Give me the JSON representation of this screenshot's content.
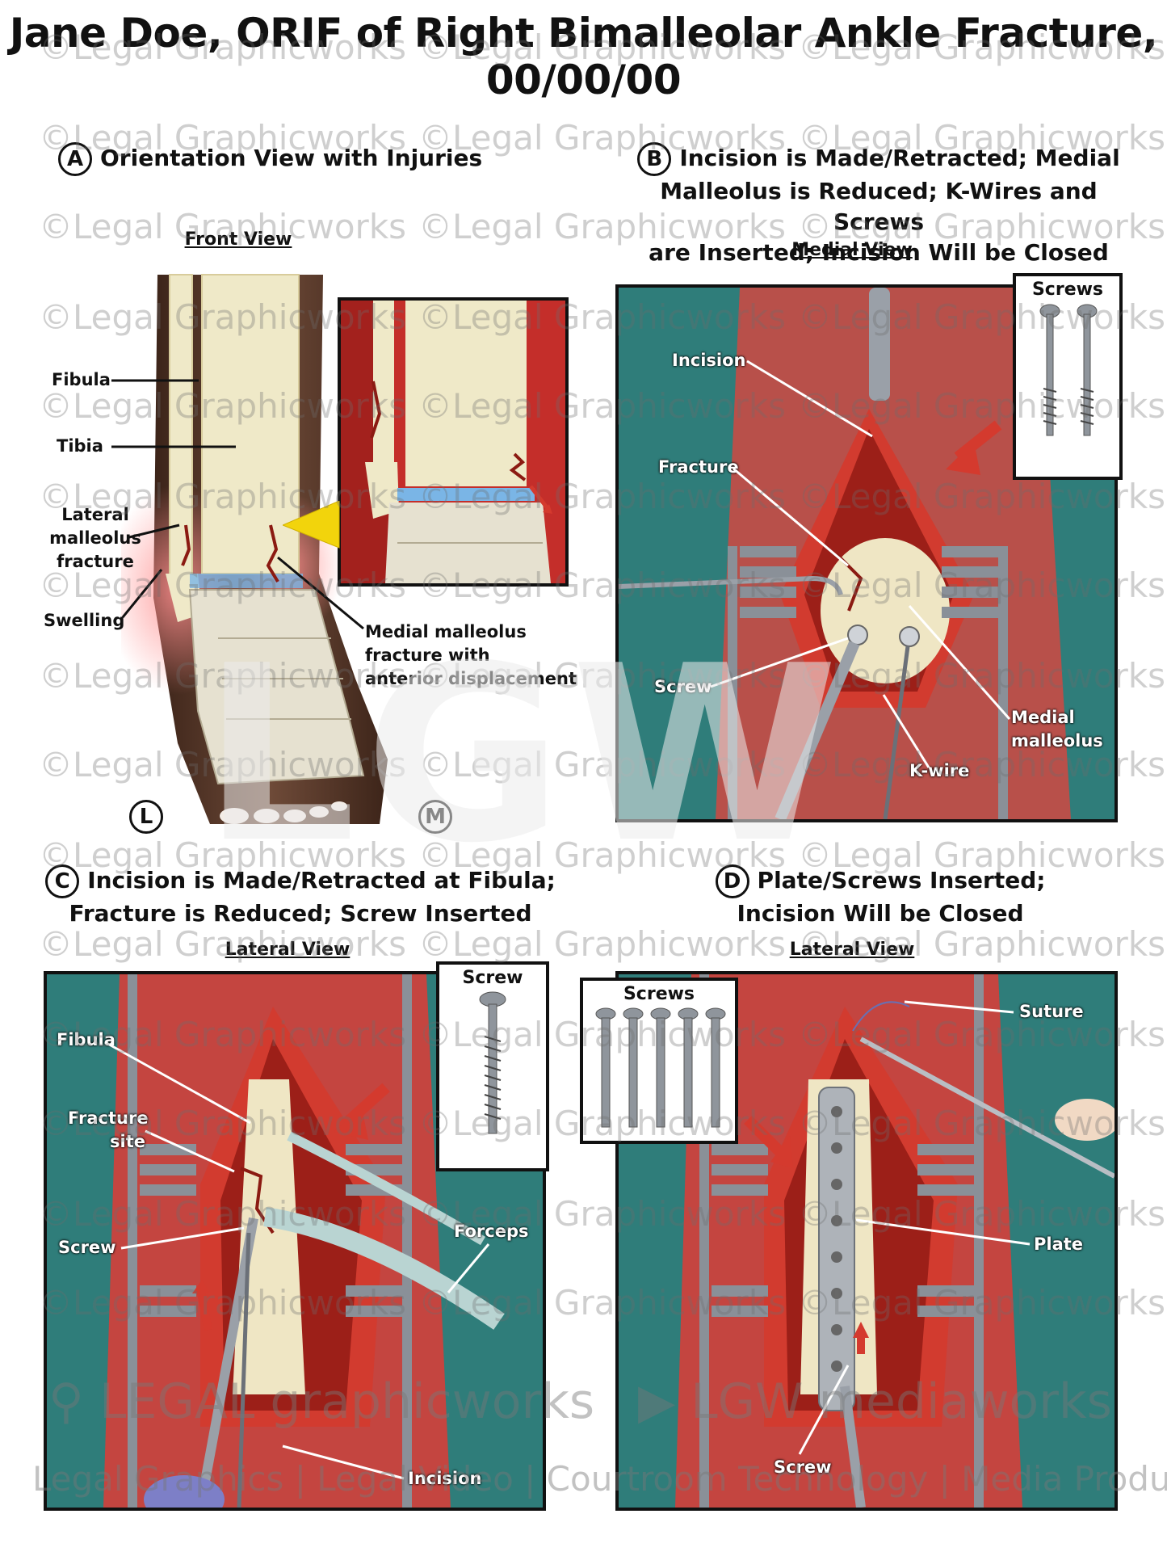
{
  "title_line1": "Jane Doe, ORIF of Right Bimalleolar Ankle Fracture,",
  "title_line2": "00/00/00",
  "watermark": "©Legal Graphicworks",
  "watermark_lgw": "LGW",
  "panel_a": {
    "letter": "A",
    "heading": "Orientation View with Injuries",
    "view": "Front View",
    "labels": {
      "fibula": "Fibula",
      "tibia": "Tibia",
      "lateral_malleolus_fracture": [
        "Lateral",
        "malleolus",
        "fracture"
      ],
      "swelling": "Swelling",
      "medial_malleolus_fracture": [
        "Medial malleolus",
        "fracture with",
        "anterior displacement"
      ]
    },
    "side_left": "L",
    "side_right": "M"
  },
  "panel_b": {
    "letter": "B",
    "heading": [
      "Incision is Made/Retracted; Medial",
      "Malleolus is Reduced; K-Wires and Screws",
      "are Inserted; Incision Will be Closed"
    ],
    "view": "Medial View",
    "inset_title": "Screws",
    "labels": {
      "incision": "Incision",
      "fracture": "Fracture",
      "screw": "Screw",
      "medial_malleolus": [
        "Medial",
        "malleolus"
      ],
      "kwire": "K-wire"
    }
  },
  "panel_c": {
    "letter": "C",
    "heading": [
      "Incision is Made/Retracted at Fibula;",
      "Fracture is Reduced; Screw Inserted"
    ],
    "view": "Lateral View",
    "inset_title": "Screw",
    "labels": {
      "fibula": "Fibula",
      "fracture_site": [
        "Fracture",
        "site"
      ],
      "screw": "Screw",
      "forceps": "Forceps",
      "incision": "Incision"
    }
  },
  "panel_d": {
    "letter": "D",
    "heading": [
      "Plate/Screws Inserted;",
      "Incision Will be Closed"
    ],
    "view": "Lateral View",
    "inset_title": "Screws",
    "labels": {
      "suture": "Suture",
      "plate": "Plate",
      "screw": "Screw"
    }
  },
  "footer": {
    "logo_left": "LEGAL graphicworks",
    "logo_right": "LGW mediaworks",
    "tagline": "Legal Graphics | Legal Video | Courtroom Technology | Media Production"
  },
  "colors": {
    "tissue": "#c8332f",
    "drape": "#2f7d7a",
    "bone": "#efe6c4",
    "skin": "#5a3a2c",
    "metal": "#9aa0a8"
  }
}
